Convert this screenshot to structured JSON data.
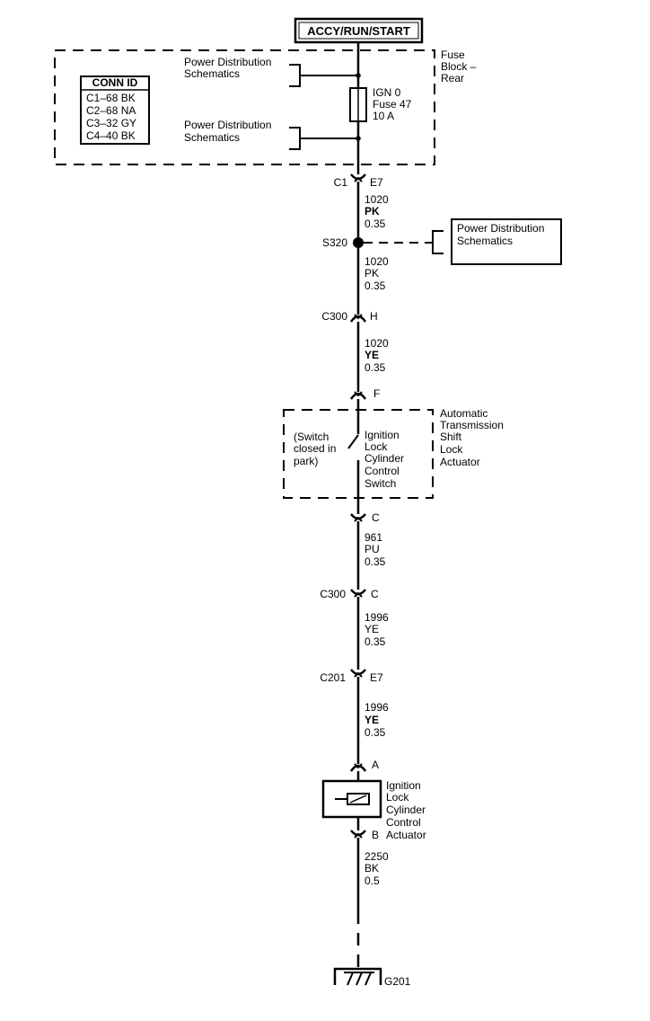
{
  "power_source": "ACCY/RUN/START",
  "fuse_block": {
    "label": [
      "Fuse",
      "Block –",
      "Rear"
    ],
    "conn_id": {
      "title": "CONN ID",
      "rows": [
        "C1–68 BK",
        "C2–68 NA",
        "C3–32 GY",
        "C4–40 BK"
      ]
    },
    "ref_top": [
      "Power Distribution",
      "Schematics"
    ],
    "ref_bottom": [
      "Power Distribution",
      "Schematics"
    ],
    "fuse": [
      "IGN 0",
      "Fuse 47",
      "10 A"
    ]
  },
  "connectors": {
    "c1": {
      "name": "C1",
      "pin": "E7"
    },
    "c300_h": {
      "name": "C300",
      "pin": "H"
    },
    "f": {
      "pin": "F"
    },
    "c": {
      "pin": "C"
    },
    "c300_c": {
      "name": "C300",
      "pin": "C"
    },
    "c201": {
      "name": "C201",
      "pin": "E7"
    },
    "a": {
      "pin": "A"
    },
    "b": {
      "pin": "B"
    }
  },
  "wires": [
    {
      "circuit": "1020",
      "color": "PK",
      "gauge": "0.35",
      "color_bold": true
    },
    {
      "circuit": "1020",
      "color": "PK",
      "gauge": "0.35",
      "color_bold": false
    },
    {
      "circuit": "1020",
      "color": "YE",
      "gauge": "0.35",
      "color_bold": true
    },
    {
      "circuit": "961",
      "color": "PU",
      "gauge": "0.35",
      "color_bold": false
    },
    {
      "circuit": "1996",
      "color": "YE",
      "gauge": "0.35",
      "color_bold": false
    },
    {
      "circuit": "1996",
      "color": "YE",
      "gauge": "0.35",
      "color_bold": true
    },
    {
      "circuit": "2250",
      "color": "BK",
      "gauge": "0.5",
      "color_bold": false
    }
  ],
  "splice": {
    "name": "S320",
    "ref": [
      "Power Distribution",
      "Schematics"
    ]
  },
  "shift_lock": {
    "label": [
      "Automatic",
      "Transmission",
      "Shift",
      "Lock",
      "Actuator"
    ],
    "note": [
      "(Switch",
      "closed in",
      "park)"
    ],
    "switch": [
      "Ignition",
      "Lock",
      "Cylinder",
      "Control",
      "Switch"
    ]
  },
  "actuator": {
    "label": [
      "Ignition",
      "Lock",
      "Cylinder",
      "Control",
      "Actuator"
    ]
  },
  "ground": {
    "name": "G201"
  }
}
